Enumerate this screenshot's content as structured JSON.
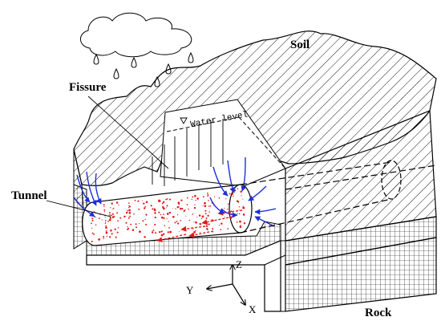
{
  "labels": {
    "soil": "Soil",
    "fissure": "Fissure",
    "water_level": "Water level",
    "tunnel": "Tunnel",
    "rock": "Rock",
    "axis_z": "Z",
    "axis_y": "Y",
    "axis_x": "X"
  },
  "colors": {
    "line": "#000000",
    "seepage_arrows": "#1f2fd6",
    "leakage_particles": "#e01818",
    "background": "#ffffff"
  },
  "icons": {
    "cloud": "cloud-icon",
    "raindrops": "raindrop-icon"
  }
}
